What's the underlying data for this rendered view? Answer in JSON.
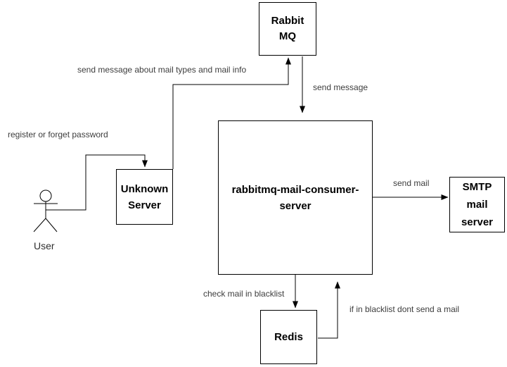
{
  "diagram": {
    "background_color": "#ffffff",
    "line_color": "#000000",
    "node_border_color": "#000000",
    "node_text_color": "#000000",
    "edge_label_color": "#3d3d3d"
  },
  "actor": {
    "label": "User"
  },
  "nodes": {
    "rabbitmq": {
      "lines": [
        "Rabbit",
        "MQ"
      ]
    },
    "unknown_server": {
      "lines": [
        "Unknown",
        "Server"
      ]
    },
    "consumer_server": {
      "lines": [
        "rabbitmq-mail-consumer-",
        "server"
      ]
    },
    "smtp_server": {
      "lines": [
        "SMTP",
        "mail",
        "server"
      ]
    },
    "redis": {
      "lines": [
        "Redis"
      ]
    }
  },
  "edge_labels": {
    "register_or_forget": "register or forget password",
    "send_message_types": "send message about mail types and mail info",
    "send_message": "send message",
    "send_mail": "send mail",
    "check_blacklist": "check mail in blacklist",
    "if_blacklist": "if in blacklist dont send a mail"
  }
}
